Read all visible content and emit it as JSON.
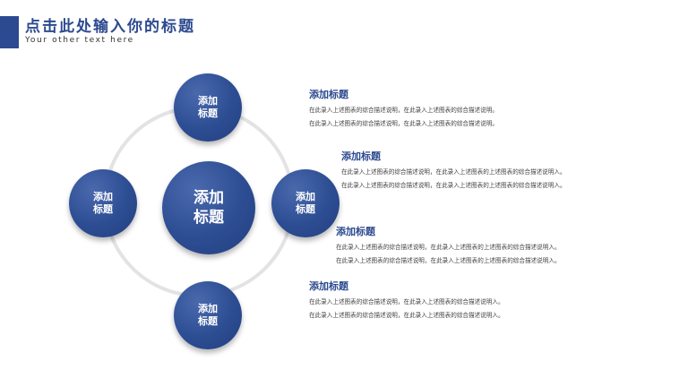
{
  "header": {
    "title": "点击此处输入你的标题",
    "subtitle": "Your other text here"
  },
  "colors": {
    "accent": "#2c4a8f",
    "ring": "#e3e3e3"
  },
  "diagram": {
    "center": {
      "line1": "添加",
      "line2": "标题"
    },
    "top": {
      "line1": "添加",
      "line2": "标题"
    },
    "left": {
      "line1": "添加",
      "line2": "标题"
    },
    "right": {
      "line1": "添加",
      "line2": "标题"
    },
    "bottom": {
      "line1": "添加",
      "line2": "标题"
    }
  },
  "blocks": [
    {
      "title": "添加标题",
      "lines": [
        "在此录入上述图表的综合描述说明，在此录入上述图表的综合描述说明。",
        "在此录入上述图表的综合描述说明，在此录入上述图表的综合描述说明。"
      ]
    },
    {
      "title": "添加标题",
      "lines": [
        "在此录入上述图表的综合描述说明，在此录入上述图表的上述图表的综合描述说明入。",
        "在此录入上述图表的综合描述说明，在此录入上述图表的上述图表的综合描述说明入。"
      ]
    },
    {
      "title": "添加标题",
      "lines": [
        "在此录入上述图表的综合描述说明，在此录入上述图表的上述图表的综合描述说明入。",
        "在此录入上述图表的综合描述说明，在此录入上述图表的上述图表的综合描述说明入。"
      ]
    },
    {
      "title": "添加标题",
      "lines": [
        "在此录入上述图表的综合描述说明，在此录入上述图表的综合描述说明入。",
        "在此录入上述图表的综合描述说明，在此录入上述图表的综合描述说明入。"
      ]
    }
  ]
}
